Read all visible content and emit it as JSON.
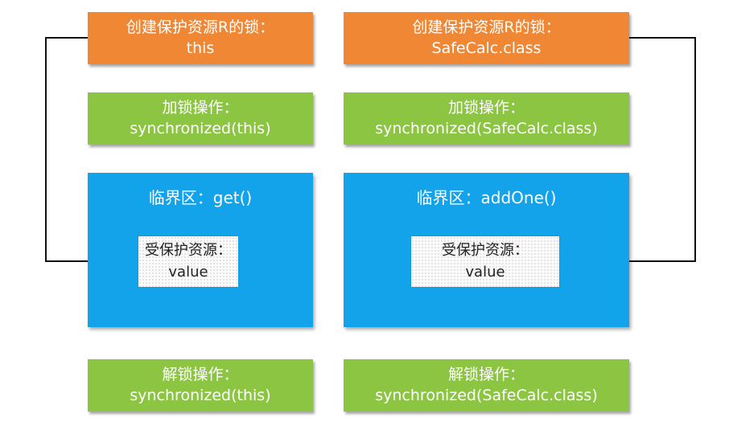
{
  "left_column": {
    "lock_box": {
      "line1": "创建保护资源R的锁：",
      "line2": "this"
    },
    "acquire_box": {
      "line1": "加锁操作：",
      "line2": "synchronized(this)"
    },
    "critical_section": {
      "title": "临界区：get()",
      "resource": {
        "line1": "受保护资源：",
        "line2": "value"
      }
    },
    "release_box": {
      "line1": "解锁操作：",
      "line2": "synchronized(this)"
    }
  },
  "right_column": {
    "lock_box": {
      "line1": "创建保护资源R的锁：",
      "line2": "SafeCalc.class"
    },
    "acquire_box": {
      "line1": "加锁操作：",
      "line2": "synchronized(SafeCalc.class)"
    },
    "critical_section": {
      "title": "临界区：addOne()",
      "resource": {
        "line1": "受保护资源：",
        "line2": "value"
      }
    },
    "release_box": {
      "line1": "解锁操作：",
      "line2": "synchronized(SafeCalc.class)"
    }
  },
  "colors": {
    "lock_box": "#f08735",
    "operation_box": "#8bc541",
    "critical_section": "#12a3eb",
    "resource_box": "#fbfbfb",
    "connector": "#111111"
  }
}
